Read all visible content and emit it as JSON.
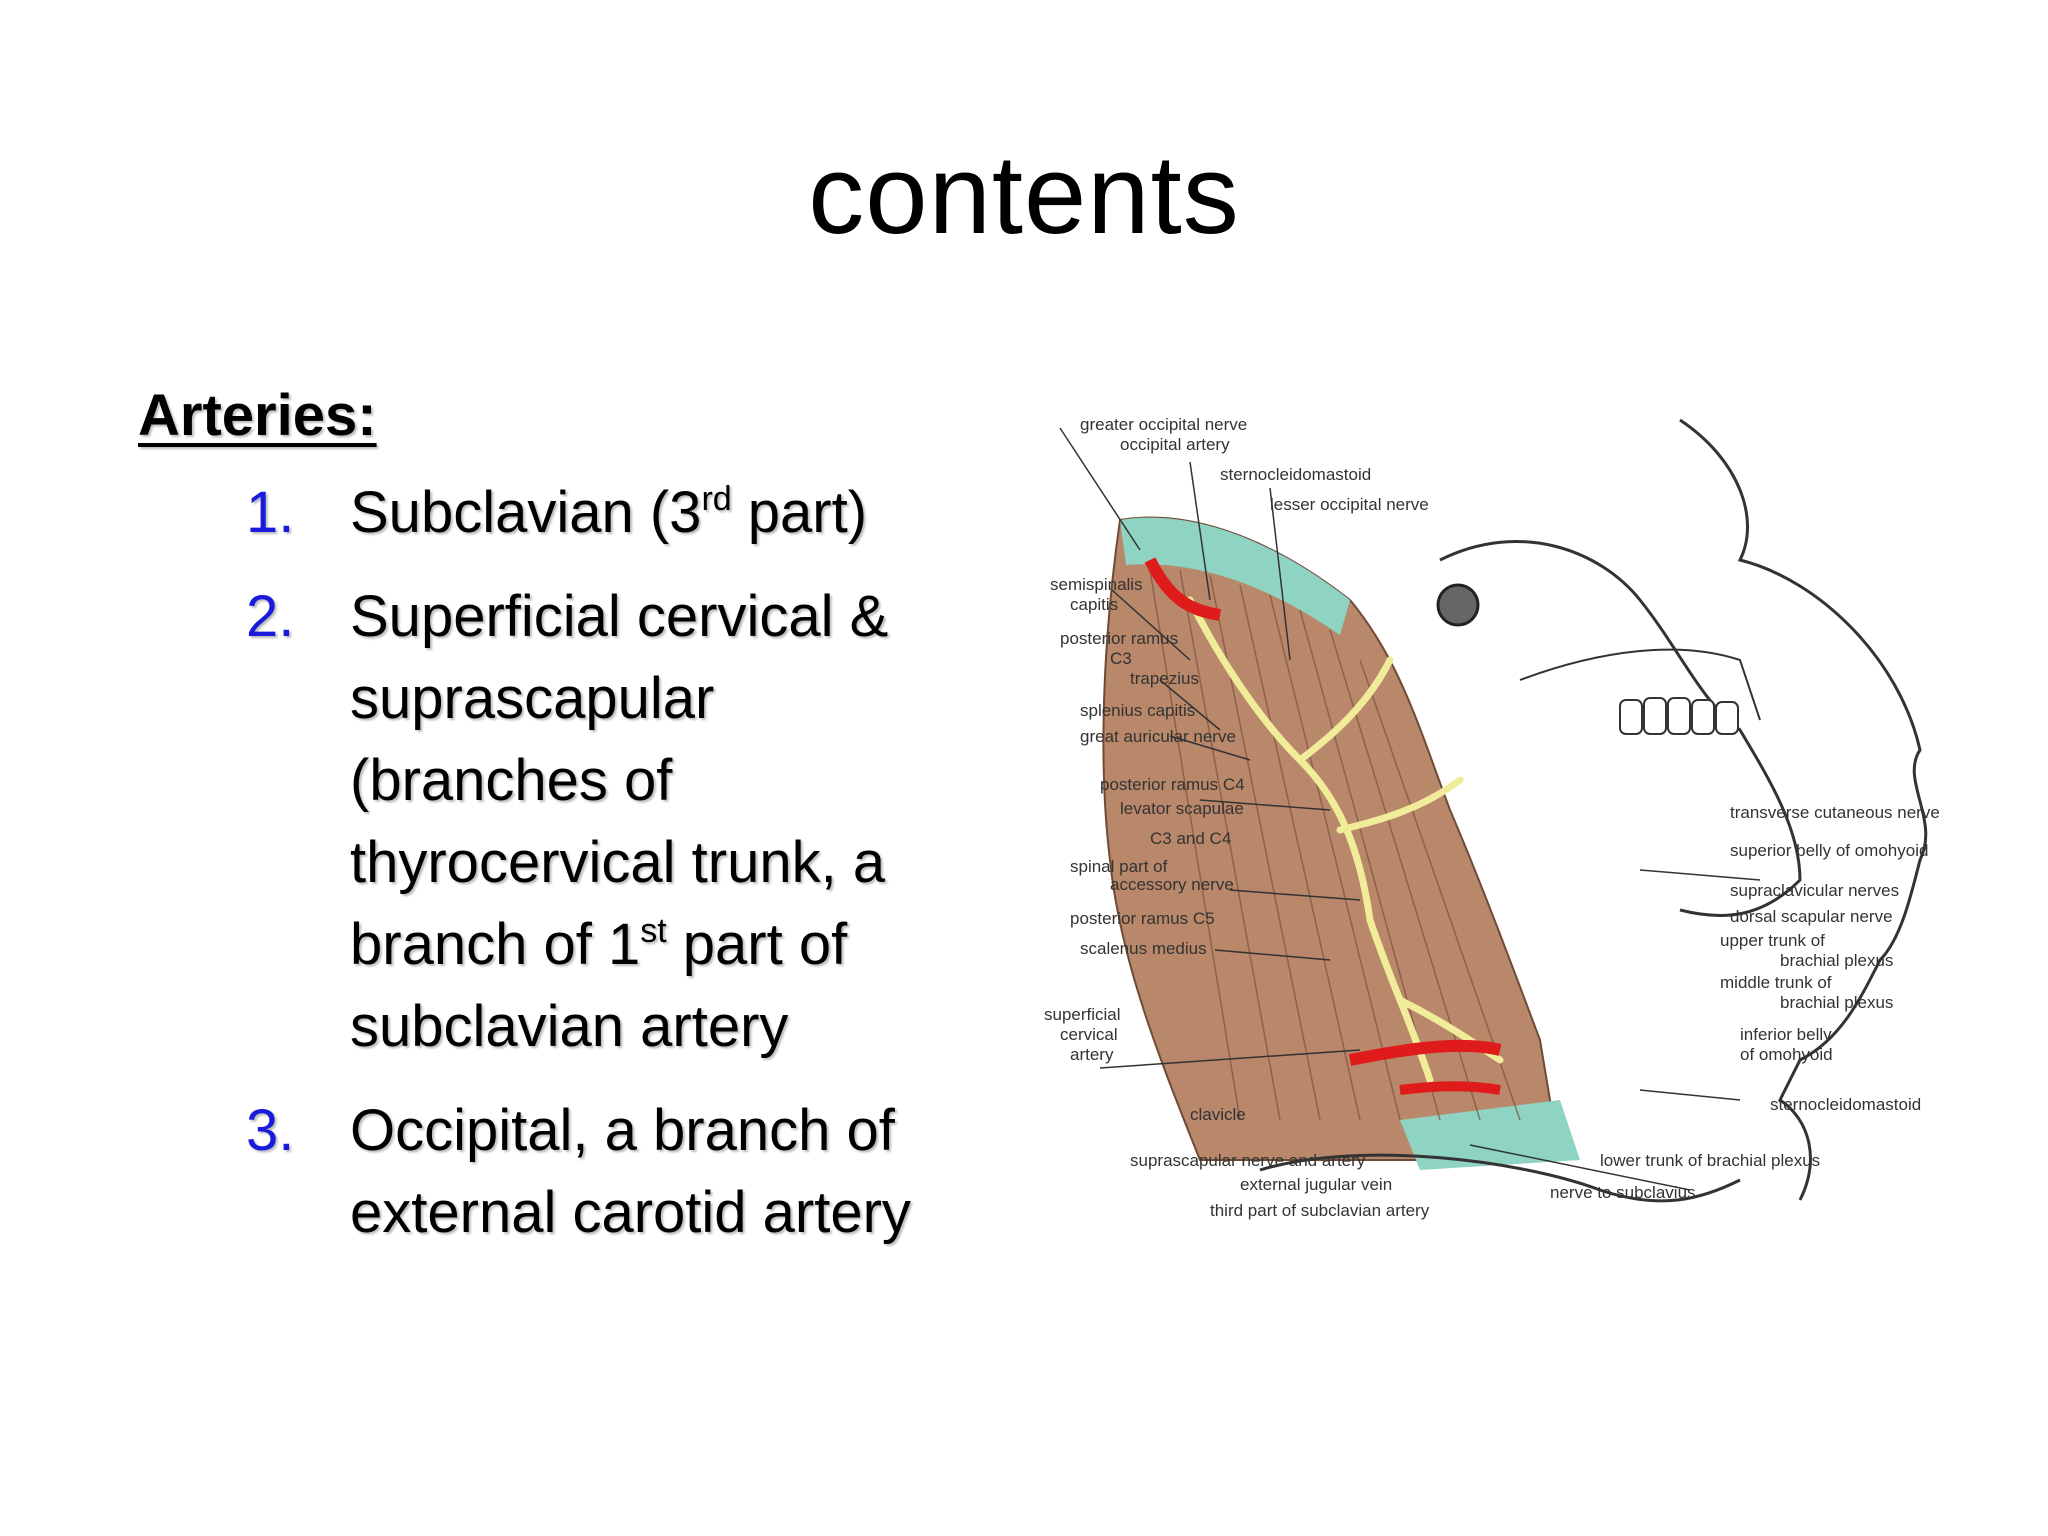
{
  "slide": {
    "title": "contents",
    "heading": "Arteries:",
    "items": [
      {
        "num": "1.",
        "parts": [
          "Subclavian (3",
          "rd",
          " part)"
        ]
      },
      {
        "num": "2.",
        "lines": [
          "Superficial cervical &",
          "suprascapular",
          "(branches of",
          "thyrocervical trunk, a"
        ],
        "last_parts": [
          "branch of 1",
          "st",
          " part of"
        ],
        "end_line": "subclavian artery"
      },
      {
        "num": "3.",
        "lines": [
          "Occipital, a branch of",
          "external carotid artery"
        ]
      }
    ]
  },
  "figure": {
    "labels_left": [
      "greater occipital nerve",
      "occipital artery",
      "sternocleidomastoid",
      "lesser occipital nerve",
      "semispinalis",
      "capitis",
      "posterior ramus",
      "C3",
      "trapezius",
      "splenius capitis",
      "great auricular nerve",
      "posterior ramus C4",
      "levator scapulae",
      "C3 and C4",
      "spinal part of",
      "accessory nerve",
      "posterior ramus C5",
      "scalenus medius",
      "superficial",
      "cervical",
      "artery",
      "clavicle",
      "suprascapular nerve and artery",
      "external jugular vein",
      "third part of subclavian artery"
    ],
    "labels_right": [
      "transverse cutaneous nerve",
      "superior belly of omohyoid",
      "supraclavicular nerves",
      "dorsal scapular nerve",
      "upper trunk of",
      "brachial plexus",
      "middle trunk of",
      "brachial plexus",
      "inferior belly",
      "of omohyoid",
      "sternocleidomastoid",
      "lower trunk  of brachial plexus",
      "nerve to subclavius"
    ],
    "colors": {
      "muscle": "#b9876a",
      "fascia": "#8fd3c3",
      "artery": "#e01b1b",
      "nerve": "#f1ec9a"
    }
  }
}
